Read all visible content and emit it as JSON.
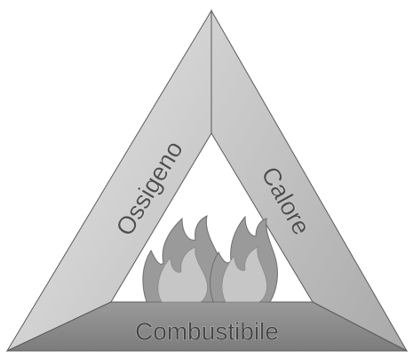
{
  "diagram": {
    "sides": {
      "left": "Ossigeno",
      "right": "Calore",
      "bottom": "Combustibile"
    },
    "center": {
      "icon": "fire-icon"
    },
    "colors": {
      "left_side_light": "#e6e6e6",
      "left_side_dark": "#bdbdbd",
      "right_side": "#bcbcbc",
      "bottom_side": "#8a8a8a",
      "flame_outer": "#9a9a9a",
      "flame_inner": "#c4c4c4",
      "outline": "#555555"
    }
  }
}
